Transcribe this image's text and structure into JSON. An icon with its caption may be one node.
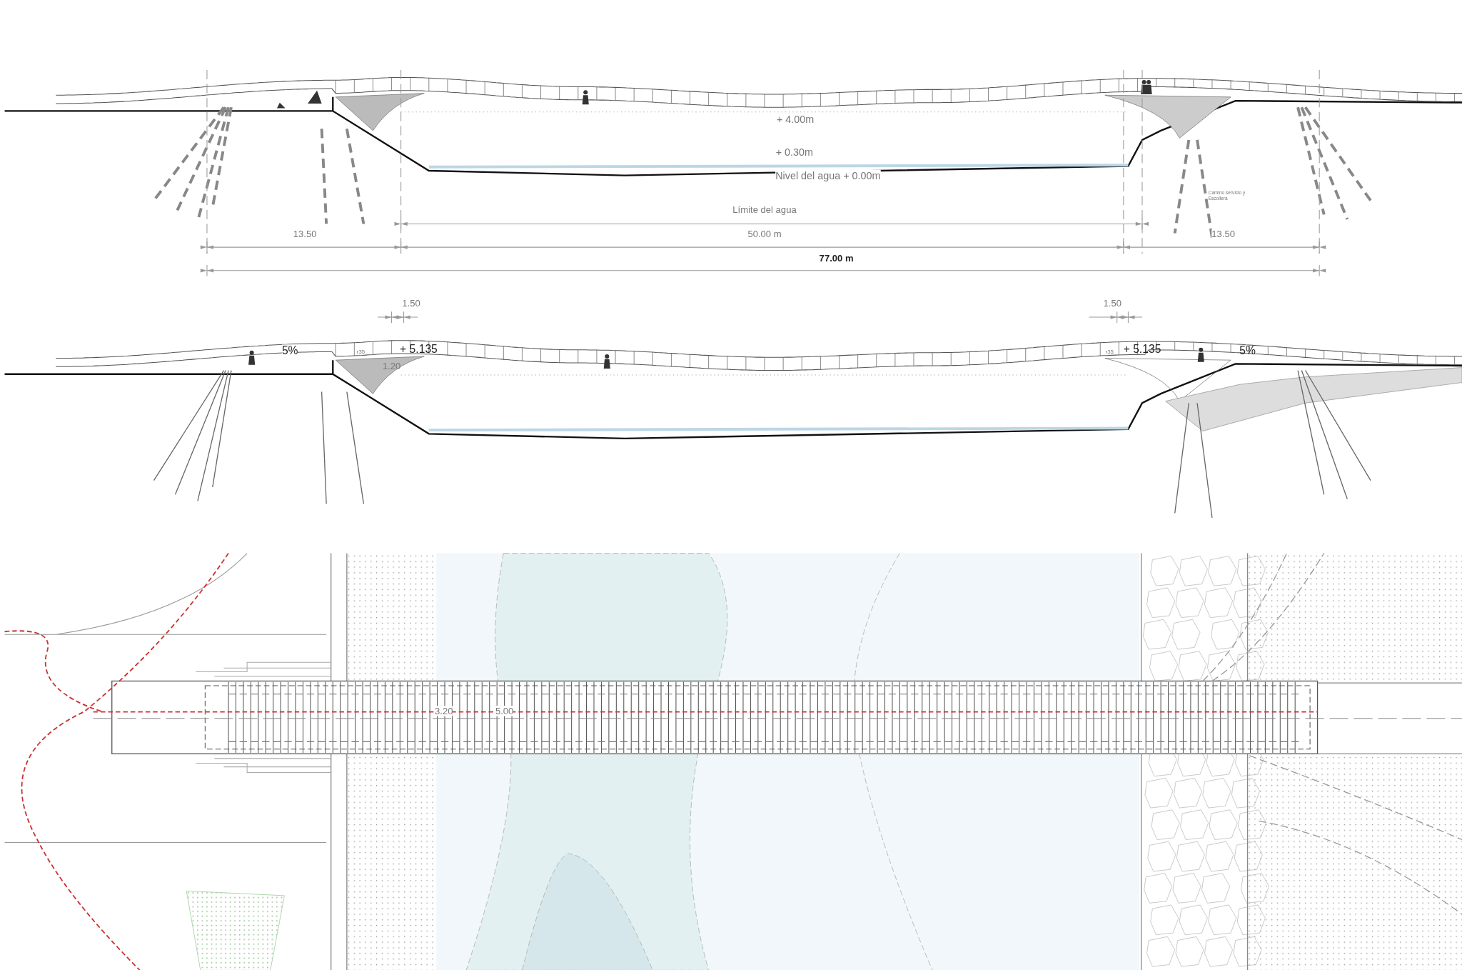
{
  "diagram": {
    "labels": [
      "+ 4.00m",
      "+ 0.30m",
      "Nivel del agua + 0.00m",
      "Camino servicio y Escollera",
      "Límite del agua",
      "13.50",
      "50.00 m",
      "13.50",
      "77.00 m",
      "1.50",
      "1.50",
      "5%",
      "r35",
      "+ 5.135",
      "r35",
      "+ 5.135",
      "5%",
      "1.20",
      "3.20",
      "5.00"
    ]
  }
}
